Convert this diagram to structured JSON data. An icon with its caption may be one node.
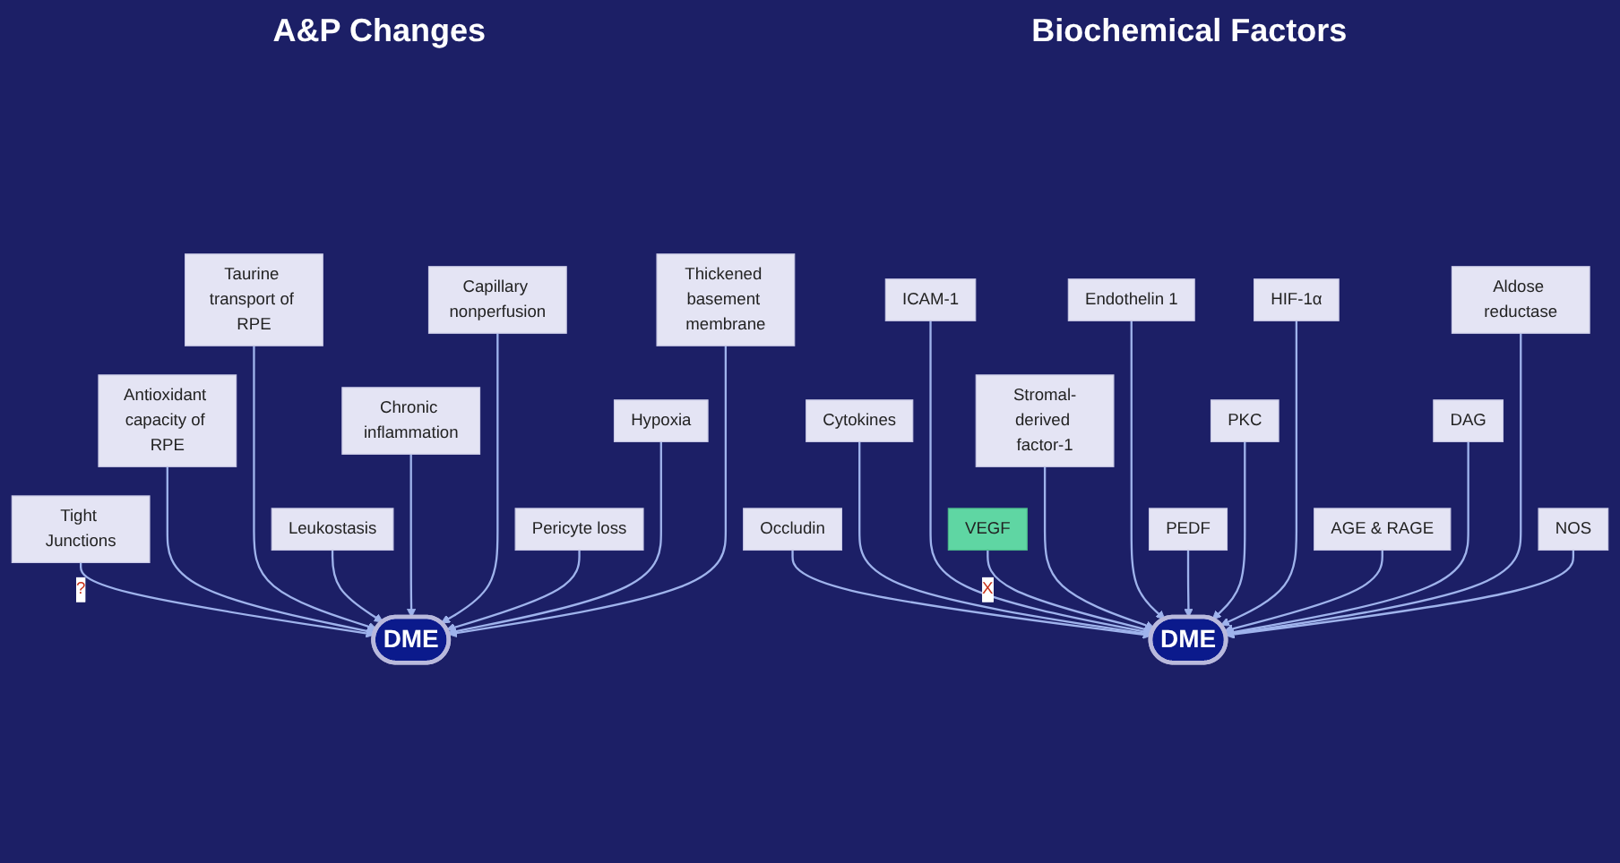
{
  "diagram": {
    "nodes": [
      {
        "text": [
          "DME"
        ]
      },
      {
        "text": [
          "Tight Junctions"
        ]
      },
      {
        "text": [
          "Antioxidant capacity of RPE"
        ]
      },
      {
        "text": [
          "Taurine transport of RPE"
        ]
      },
      {
        "text": [
          "Leukostasis"
        ]
      },
      {
        "text": [
          "Chronic inflammation"
        ]
      },
      {
        "text": [
          "Capillary nonperfusion"
        ]
      },
      {
        "text": [
          "Pericyte loss"
        ]
      },
      {
        "text": [
          "Hypoxia"
        ]
      },
      {
        "text": [
          "Thickened basement membrane"
        ]
      },
      {
        "text": [
          "DME"
        ]
      },
      {
        "text": [
          "Occludin"
        ]
      },
      {
        "text": [
          "Cytokines"
        ]
      },
      {
        "text": [
          "ICAM-1"
        ]
      },
      {
        "text": [
          "VEGF"
        ]
      },
      {
        "text": [
          "Stromal-derived factor-1"
        ]
      },
      {
        "text": [
          "Endothelin 1"
        ]
      },
      {
        "text": [
          "PEDF"
        ]
      },
      {
        "text": [
          "PKC"
        ]
      },
      {
        "text": [
          "HIF-1α"
        ]
      },
      {
        "text": [
          "AGE & RAGE"
        ]
      },
      {
        "text": [
          "DAG"
        ]
      },
      {
        "text": [
          "Aldose reductase"
        ]
      },
      {
        "text": [
          "NOS"
        ]
      }
    ],
    "edges": [
      {
        "from": 1,
        "to": 0,
        "arrow": "to",
        "label": "?"
      },
      {
        "from": 2,
        "to": 0,
        "arrow": "to"
      },
      {
        "from": 3,
        "to": 0,
        "arrow": "to"
      },
      {
        "from": 4,
        "to": 0,
        "arrow": "to"
      },
      {
        "from": 5,
        "to": 0,
        "arrow": "to"
      },
      {
        "from": 6,
        "to": 0,
        "arrow": "to"
      },
      {
        "from": 7,
        "to": 0,
        "arrow": "to"
      },
      {
        "from": 8,
        "to": 0,
        "arrow": "to"
      },
      {
        "from": 9,
        "to": 0,
        "arrow": "to"
      },
      {
        "from": 11,
        "to": 10,
        "arrow": "to"
      },
      {
        "from": 12,
        "to": 10,
        "arrow": "to"
      },
      {
        "from": 13,
        "to": 10,
        "arrow": "to"
      },
      {
        "from": 14,
        "to": 10,
        "arrow": "to",
        "label": "X"
      },
      {
        "from": 15,
        "to": 10,
        "arrow": "to"
      },
      {
        "from": 16,
        "to": 10,
        "arrow": "to"
      },
      {
        "from": 17,
        "to": 10,
        "arrow": "to"
      },
      {
        "from": 18,
        "to": 10,
        "arrow": "to"
      },
      {
        "from": 19,
        "to": 10,
        "arrow": "to"
      },
      {
        "from": 20,
        "to": 10,
        "arrow": "to"
      },
      {
        "from": 21,
        "to": 10,
        "arrow": "to"
      },
      {
        "from": 22,
        "to": 10,
        "arrow": "to"
      },
      {
        "from": 23,
        "to": 10,
        "arrow": "to"
      }
    ],
    "labels": [
      "A&P Changes",
      "Biochemical Factors"
    ]
  }
}
